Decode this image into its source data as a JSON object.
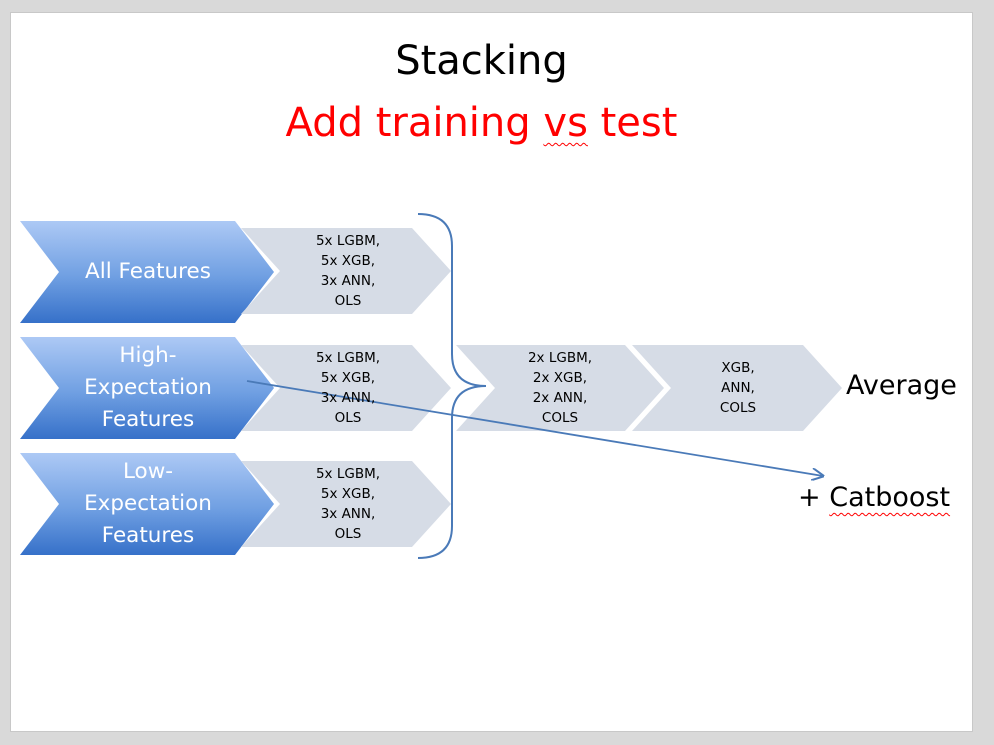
{
  "slide": {
    "title": "Stacking",
    "subtitle_prefix": "Add training ",
    "subtitle_vs": "vs",
    "subtitle_suffix": " test"
  },
  "inputs": [
    {
      "label": "All Features"
    },
    {
      "label": "High-\nExpectation\nFeatures"
    },
    {
      "label": "Low-\nExpectation\nFeatures"
    }
  ],
  "level1": [
    {
      "label": "5x LGBM,\n5x XGB,\n3x ANN,\nOLS"
    },
    {
      "label": "5x LGBM,\n5x XGB,\n3x ANN,\nOLS"
    },
    {
      "label": "5x LGBM,\n5x XGB,\n3x ANN,\nOLS"
    }
  ],
  "level2": {
    "label": "2x LGBM,\n2x XGB,\n2x ANN,\nCOLS"
  },
  "level3": {
    "label": "XGB,\nANN,\nCOLS"
  },
  "outputs": {
    "average": "Average",
    "catboost_prefix": "+ ",
    "catboost": "Catboost"
  },
  "colors": {
    "chevron_top": "#a9c4f2",
    "chevron_bottom": "#3b78d0",
    "pale_chevron": "#d6dce6",
    "brace": "#4a7ab8",
    "arrow": "#4a7ab8",
    "title": "#000000",
    "subtitle": "#ff0000"
  }
}
